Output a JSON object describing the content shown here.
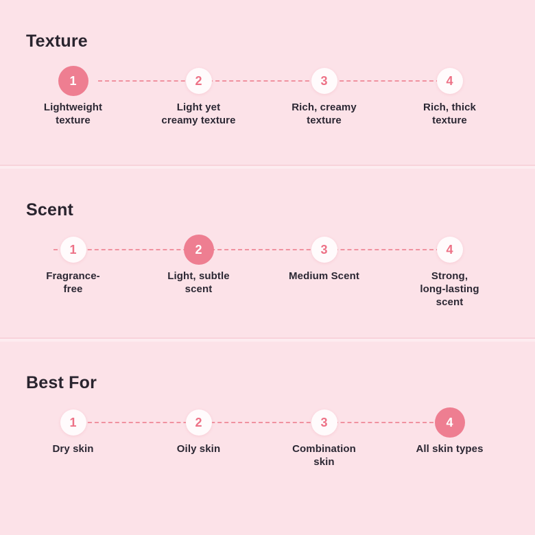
{
  "colors": {
    "background": "#fce2e8",
    "accent_pink": "#ee7e91",
    "number_pink": "#ed7186",
    "dash_pink": "#f0919f",
    "heading_text": "#29242e",
    "label_text": "#2b2733",
    "circle_white": "#fffbfc",
    "divider_dark": "#f8d3db",
    "divider_light": "#fdecf0"
  },
  "sections": [
    {
      "title": "Texture",
      "selected": 1,
      "steps": [
        {
          "number": "1",
          "label": "Lightweight\ntexture"
        },
        {
          "number": "2",
          "label": "Light yet\ncreamy texture"
        },
        {
          "number": "3",
          "label": "Rich, creamy\ntexture"
        },
        {
          "number": "4",
          "label": "Rich, thick\ntexture"
        }
      ]
    },
    {
      "title": "Scent",
      "selected": 2,
      "steps": [
        {
          "number": "1",
          "label": "Fragrance-\nfree"
        },
        {
          "number": "2",
          "label": "Light, subtle\nscent"
        },
        {
          "number": "3",
          "label": "Medium Scent"
        },
        {
          "number": "4",
          "label": "Strong,\nlong-lasting\nscent"
        }
      ]
    },
    {
      "title": "Best For",
      "selected": 4,
      "steps": [
        {
          "number": "1",
          "label": "Dry skin"
        },
        {
          "number": "2",
          "label": "Oily skin"
        },
        {
          "number": "3",
          "label": "Combination\nskin"
        },
        {
          "number": "4",
          "label": "All skin types"
        }
      ]
    }
  ]
}
